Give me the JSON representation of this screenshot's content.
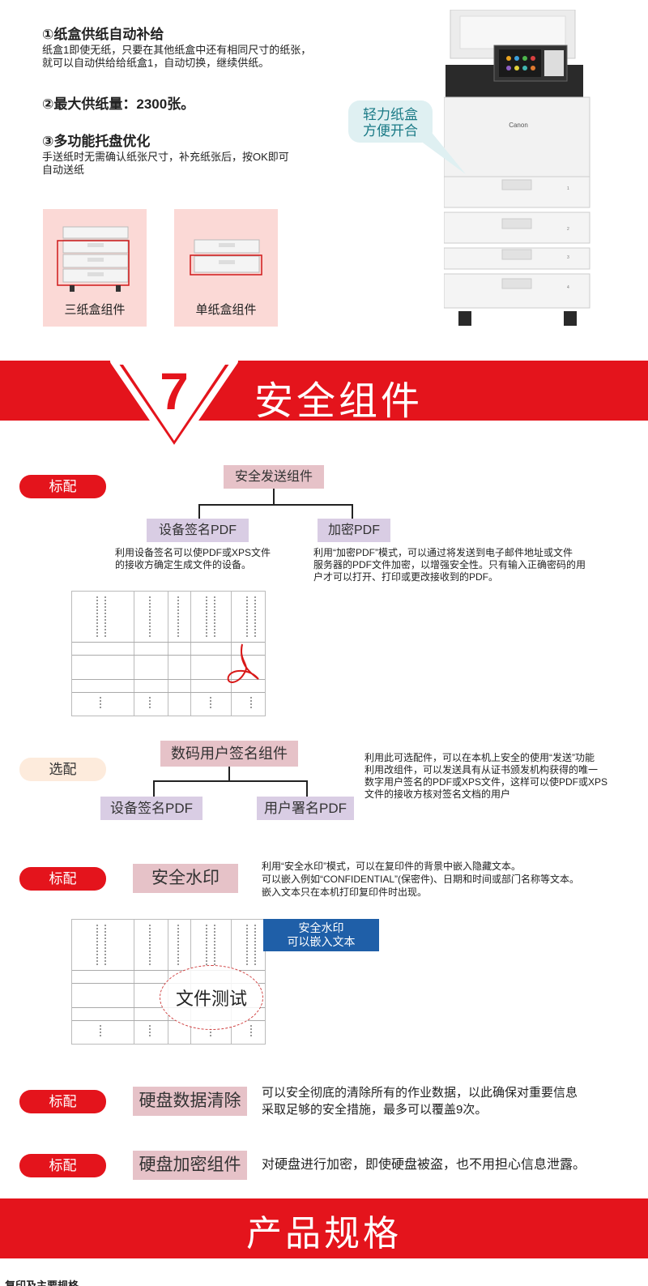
{
  "paper_supply": {
    "feature1_title": "①纸盒供纸自动补给",
    "feature1_desc_line1": "纸盒1即使无纸，只要在其他纸盒中还有相同尺寸的纸张，",
    "feature1_desc_line2": "就可以自动供给给纸盒1，自动切换，继续供纸。",
    "feature2_title": "②最大供纸量：2300张。",
    "feature3_title": "③多功能托盘优化",
    "feature3_desc_line1": "手送纸时无需确认纸张尺寸，补充纸张后，按OK即可",
    "feature3_desc_line2": "自动送纸",
    "cassette_triple_label": "三纸盒组件",
    "cassette_single_label": "单纸盒组件",
    "bubble_line1": "轻力纸盒",
    "bubble_line2": "方便开合",
    "printer_brand": "Canon",
    "drawer_numbers": [
      "1",
      "2",
      "3",
      "4"
    ]
  },
  "security_banner": {
    "number": "7",
    "title": "安全组件"
  },
  "secure_send": {
    "badge": "标配",
    "root": "安全发送组件",
    "child1": "设备签名PDF",
    "child2": "加密PDF",
    "child1_desc_line1": "利用设备签名可以使PDF或XPS文件",
    "child1_desc_line2": "的接收方确定生成文件的设备。",
    "child2_desc_line1": "利用“加密PDF”模式，可以通过将发送到电子邮件地址或文件",
    "child2_desc_line2": "服务器的PDF文件加密，以增强安全性。只有输入正确密码的用",
    "child2_desc_line3": "户才可以打开、打印或更改接收到的PDF。"
  },
  "digital_signature": {
    "badge": "选配",
    "root": "数码用户签名组件",
    "child1": "设备签名PDF",
    "child2": "用户署名PDF",
    "desc_line1": "利用此可选配件，可以在本机上安全的使用“发送”功能",
    "desc_line2": "利用改组件，可以发送具有从证书颁发机构获得的唯一",
    "desc_line3": "数字用户签名的PDF或XPS文件，这样可以使PDF或XPS",
    "desc_line4": "文件的接收方核对签名文档的用户"
  },
  "watermark": {
    "badge": "标配",
    "title": "安全水印",
    "desc_line1": "利用“安全水印”模式，可以在复印件的背景中嵌入隐藏文本。",
    "desc_line2": "可以嵌入例如“CONFIDENTIAL”(保密件)、日期和时间或部门名称等文本。",
    "desc_line3": "嵌入文本只在本机打印复印件时出现。",
    "note_line1": "安全水印",
    "note_line2": "可以嵌入文本",
    "sample_text": "文件测试"
  },
  "hdd_erase": {
    "badge": "标配",
    "title": "硬盘数据清除",
    "desc_line1": "可以安全彻底的清除所有的作业数据，以此确保对重要信息",
    "desc_line2": "采取足够的安全措施，最多可以覆盖9次。"
  },
  "hdd_encrypt": {
    "badge": "标配",
    "title": "硬盘加密组件",
    "desc": "对硬盘进行加密，即使硬盘被盗，也不用担心信息泄露。"
  },
  "spec_banner": {
    "title": "产品规格",
    "subheading": "复印及主要规格"
  },
  "colors": {
    "accent_red": "#e4141c",
    "pink_box": "#e6c2c8",
    "violet_box": "#d9cde4",
    "note_blue": "#1f5fa8",
    "bubble_teal": "#1a7a86"
  }
}
